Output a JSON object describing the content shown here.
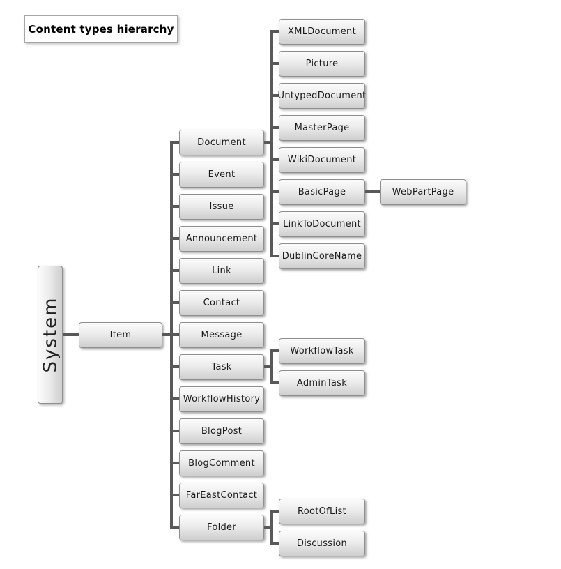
{
  "title": "Content types hierarchy",
  "diagram": {
    "colors": {
      "line": "#595959",
      "box_border": "#8f8f8f",
      "box_fill_top": "#fbfbfb",
      "box_fill_bottom": "#cfcfcf",
      "text": "#1a1a1a"
    },
    "tree": {
      "label": "System",
      "children": [
        {
          "label": "Item",
          "children": [
            {
              "label": "Document",
              "children": [
                {
                  "label": "XMLDocument"
                },
                {
                  "label": "Picture"
                },
                {
                  "label": "UntypedDocument"
                },
                {
                  "label": "MasterPage"
                },
                {
                  "label": "WikiDocument"
                },
                {
                  "label": "BasicPage",
                  "children": [
                    {
                      "label": "WebPartPage"
                    }
                  ]
                },
                {
                  "label": "LinkToDocument"
                },
                {
                  "label": "DublinCoreName"
                }
              ]
            },
            {
              "label": "Event"
            },
            {
              "label": "Issue"
            },
            {
              "label": "Announcement"
            },
            {
              "label": "Link"
            },
            {
              "label": "Contact"
            },
            {
              "label": "Message"
            },
            {
              "label": "Task",
              "children": [
                {
                  "label": "WorkflowTask"
                },
                {
                  "label": "AdminTask"
                }
              ]
            },
            {
              "label": "WorkflowHistory"
            },
            {
              "label": "BlogPost"
            },
            {
              "label": "BlogComment"
            },
            {
              "label": "FarEastContact"
            },
            {
              "label": "Folder",
              "children": [
                {
                  "label": "RootOfList"
                },
                {
                  "label": "Discussion"
                }
              ]
            }
          ]
        }
      ]
    }
  }
}
